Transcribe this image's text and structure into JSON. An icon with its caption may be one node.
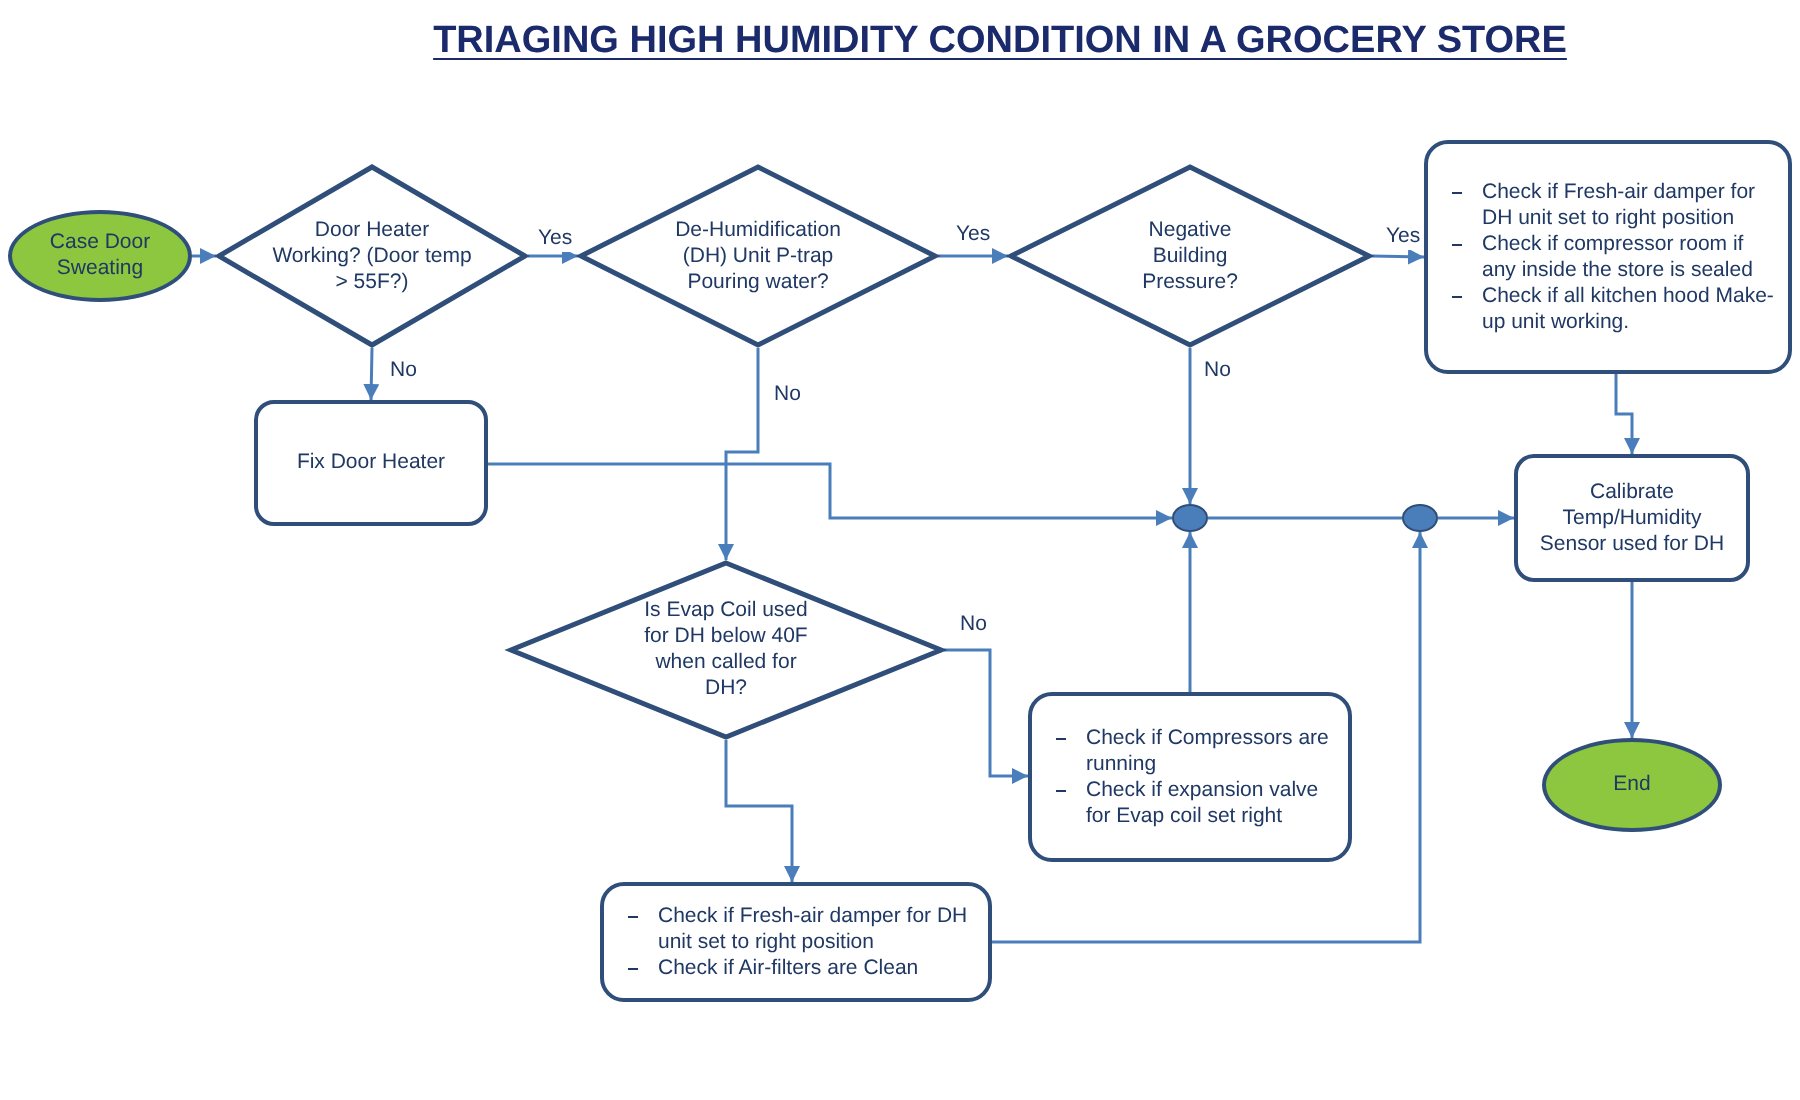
{
  "diagram": {
    "title": "TRIAGING HIGH HUMIDITY CONDITION IN A GROCERY STORE",
    "nodes": [
      {
        "text": [
          "Case Door Sweating"
        ]
      },
      {
        "text": [
          "Door Heater Working? (Door temp > 55F?)"
        ]
      },
      {
        "text": [
          "De-Humidification (DH) Unit P-trap Pouring water?"
        ]
      },
      {
        "text": [
          "Negative Building Pressure?"
        ]
      },
      {
        "text": [
          "Check if Fresh-air damper for DH unit set to right position",
          "Check if compressor room if any inside the store is sealed",
          "Check if all kitchen hood Make-up unit working."
        ]
      },
      {
        "text": [
          "Fix Door Heater"
        ]
      },
      {
        "text": [
          "Is Evap Coil used for DH below 40F when called for DH?"
        ]
      },
      {
        "text": [
          "Check if Compressors are running",
          "Check if expansion valve for Evap coil set right"
        ]
      },
      {
        "text": [
          "Check if Fresh-air damper for DH unit set to right position",
          "Check if Air-filters are Clean"
        ]
      },
      {
        "text": [],
        "shape": "circle"
      },
      {
        "text": [],
        "shape": "circle"
      },
      {
        "text": [
          "Calibrate Temp/Humidity Sensor used for DH"
        ]
      },
      {
        "text": [
          "End"
        ]
      }
    ],
    "edges": [
      {
        "from": 0,
        "to": 1,
        "arrow": "to"
      },
      {
        "from": 1,
        "to": 2,
        "arrow": "to",
        "label": "Yes"
      },
      {
        "from": 2,
        "to": 3,
        "arrow": "to",
        "label": "Yes"
      },
      {
        "from": 3,
        "to": 4,
        "arrow": "to",
        "label": "Yes"
      },
      {
        "from": 1,
        "to": 5,
        "arrow": "to",
        "label": "No"
      },
      {
        "from": 2,
        "to": 6,
        "arrow": "to",
        "label": "No"
      },
      {
        "from": 3,
        "to": 9,
        "arrow": "to",
        "label": "No"
      },
      {
        "from": 5,
        "to": 9,
        "arrow": "to"
      },
      {
        "from": 6,
        "to": 7,
        "arrow": "to",
        "label": "No"
      },
      {
        "from": 6,
        "to": 8,
        "arrow": "to"
      },
      {
        "from": 7,
        "to": 9,
        "arrow": "to"
      },
      {
        "from": 9,
        "to": 10,
        "arrow": "none"
      },
      {
        "from": 8,
        "to": 10,
        "arrow": "to"
      },
      {
        "from": 10,
        "to": 11,
        "arrow": "to"
      },
      {
        "from": 4,
        "to": 11,
        "arrow": "to"
      },
      {
        "from": 11,
        "to": 12,
        "arrow": "to"
      }
    ]
  }
}
